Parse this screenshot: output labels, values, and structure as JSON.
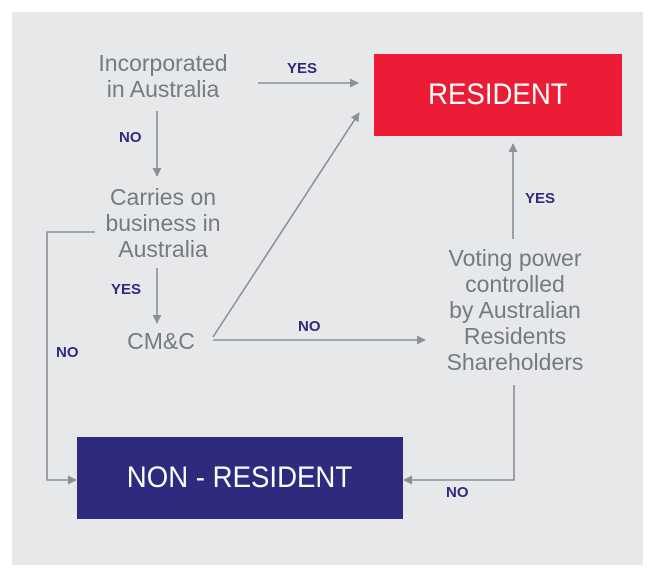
{
  "colors": {
    "resident": "#ec1c36",
    "non_resident": "#2e2a7e",
    "arrow": "#8c8f93",
    "label": "#2e2a7e",
    "text": "#767a7e"
  },
  "nodes": {
    "incorporated": "Incorporated\nin Australia",
    "carries_business": "Carries on\nbusiness in\nAustralia",
    "cmc": "CM&C",
    "voting_power": "Voting power\ncontrolled\nby Australian\nResidents\nShareholders",
    "resident": "RESIDENT",
    "non_resident": "NON - RESIDENT"
  },
  "edge_labels": {
    "incorporated_to_resident": "YES",
    "incorporated_to_carries": "NO",
    "carries_to_cmc": "YES",
    "carries_to_nonresident": "NO",
    "cmc_to_voting": "NO",
    "voting_to_resident": "YES",
    "voting_to_nonresident": "NO"
  }
}
